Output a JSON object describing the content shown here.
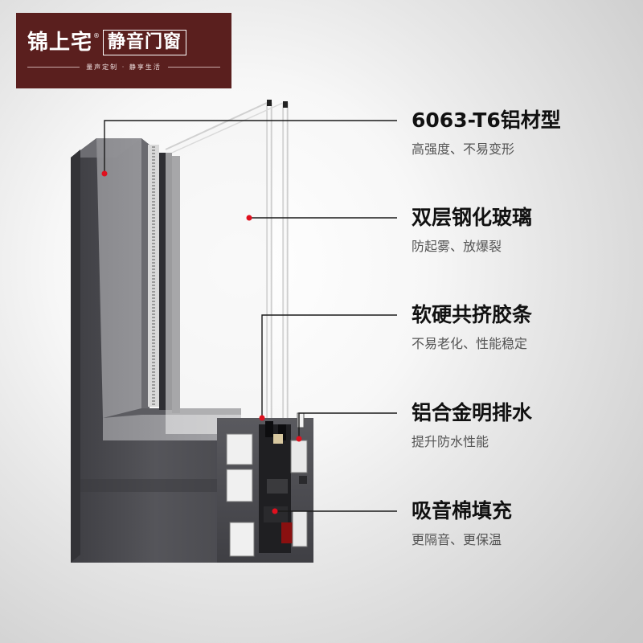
{
  "logo": {
    "brand": "锦上宅",
    "reg_mark": "®",
    "slogan": "静音门窗",
    "tagline": "量声定制 · 静享生活"
  },
  "colors": {
    "logo_bg": "#5a1f1e",
    "frame": "#4d4d52",
    "marker": "#e0101e"
  },
  "features": [
    {
      "title": "6063-T6铝材型",
      "desc": "高强度、不易变形"
    },
    {
      "title": "双层钢化玻璃",
      "desc": "防起雾、放爆裂"
    },
    {
      "title": "软硬共挤胶条",
      "desc": "不易老化、性能稳定"
    },
    {
      "title": "铝合金明排水",
      "desc": "提升防水性能"
    },
    {
      "title": "吸音棉填充",
      "desc": "更隔音、更保温"
    }
  ]
}
